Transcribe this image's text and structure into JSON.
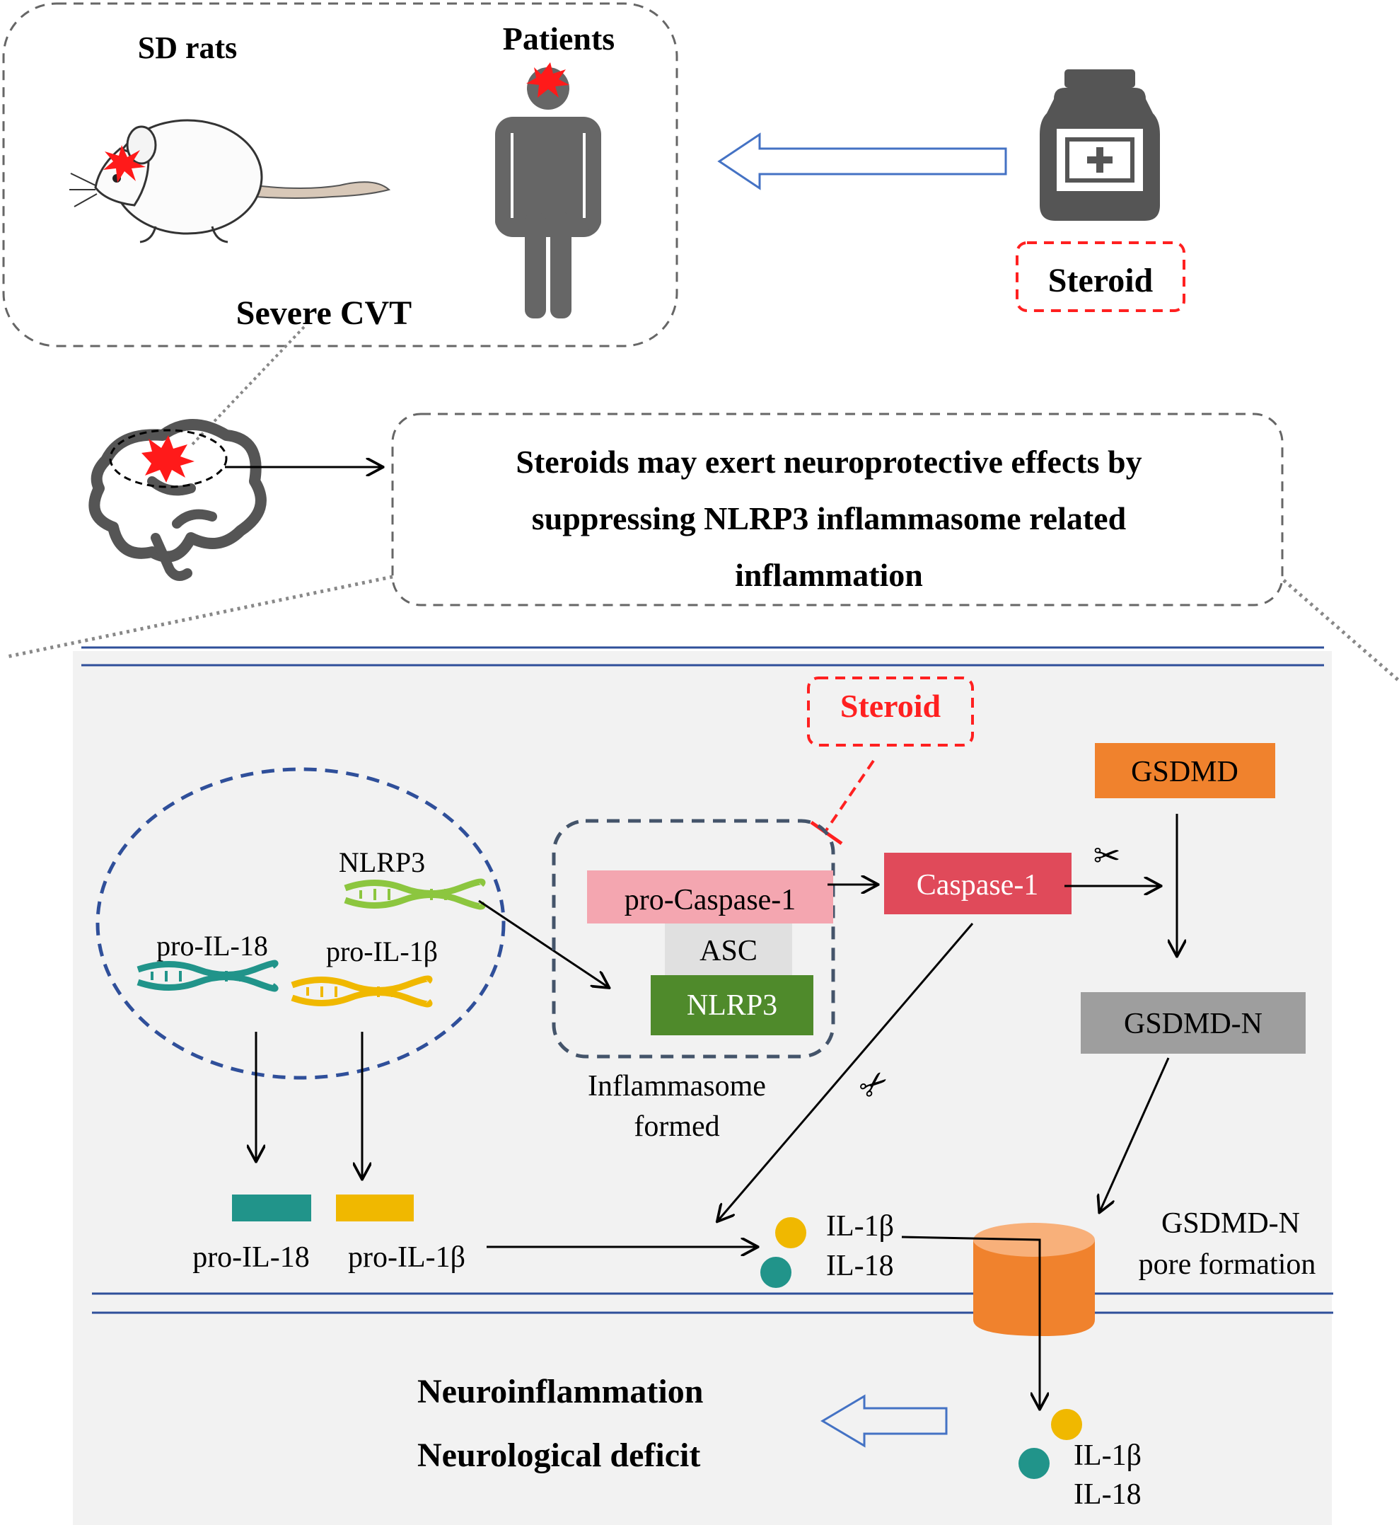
{
  "top": {
    "rats_label": "SD rats",
    "patients_label": "Patients",
    "disease_label": "Severe CVT",
    "steroid_label": "Steroid"
  },
  "summary": {
    "line1": "Steroids may exert neuroprotective effects by",
    "line2": "suppressing  NLRP3 inflammasome related",
    "line3": "inflammation"
  },
  "pathway": {
    "steroid_label": "Steroid",
    "nucleus": {
      "nlrp3_gene": "NLRP3",
      "pro_il18_gene": "pro-IL-18",
      "pro_il1b_gene": "pro-IL-1β"
    },
    "inflammasome": {
      "pro_caspase": "pro-Caspase-1",
      "asc": "ASC",
      "nlrp3": "NLRP3",
      "caption_line1": "Inflammasome",
      "caption_line2": "formed"
    },
    "caspase1": "Caspase-1",
    "gsdmd": "GSDMD",
    "gsdmd_n": "GSDMD-N",
    "pore_line1": "GSDMD-N",
    "pore_line2": "pore formation",
    "pro_il18_protein": "pro-IL-18",
    "pro_il1b_protein": "pro-IL-1β",
    "il1b_in": "IL-1β",
    "il18_in": "IL-18",
    "il1b_out": "IL-1β",
    "il18_out": "IL-18",
    "outcome1": "Neuroinflammation",
    "outcome2": "Neurological deficit"
  },
  "colors": {
    "teal": "#21948a",
    "yellow": "#f0b800",
    "green_dna": "#8cc63f",
    "pink": "#f4a6b0",
    "caspase_red": "#e04a5a",
    "nlrp3_green": "#4f8a2b",
    "gsdmd_orange": "#f0822d",
    "gsdmd_n_gray": "#9e9e9e",
    "blue_arrow": "#4472c4",
    "steroid_red": "#ff2020"
  }
}
